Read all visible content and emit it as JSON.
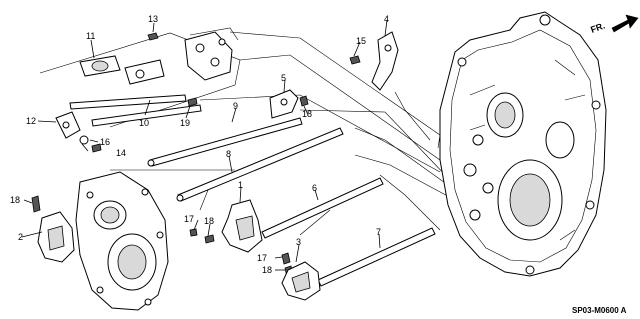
{
  "orientation_label": "FR.",
  "diagram_code": "SP03-M0600 A",
  "callouts": [
    "1",
    "2",
    "3",
    "4",
    "5",
    "6",
    "7",
    "8",
    "9",
    "10",
    "11",
    "12",
    "13",
    "14",
    "15",
    "16",
    "17",
    "17",
    "18",
    "18",
    "18",
    "18",
    "19"
  ]
}
